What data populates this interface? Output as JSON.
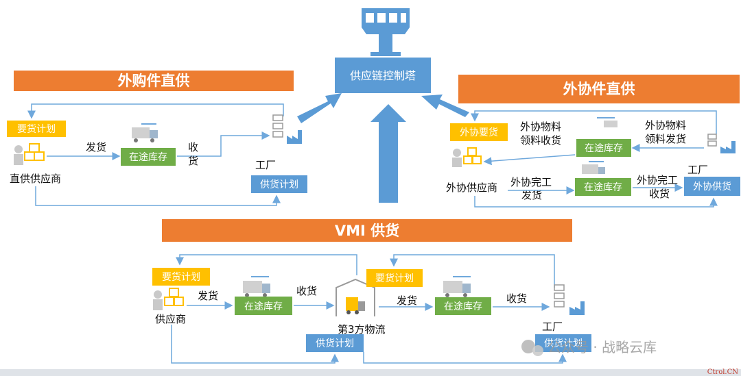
{
  "tower": {
    "label": "供应链控制塔"
  },
  "sections": {
    "direct_purchase": "外购件直供",
    "outsourced_direct": "外协件直供",
    "vmi": "VMI 供货"
  },
  "direct_purchase": {
    "demand_plan": "要货计划",
    "transit": "在途库存",
    "supply_plan": "供货计划",
    "supplier": "直供供应商",
    "ship": "发货",
    "receive_1": "收",
    "receive_2": "货",
    "factory": "工厂"
  },
  "outsourced": {
    "demand": "外协要货",
    "transit_top": "在途库存",
    "transit_bottom": "在途库存",
    "supply": "外协供货",
    "supplier": "外协供应商",
    "mat_recv_1": "外协物料",
    "mat_recv_2": "领料收货",
    "mat_ship_1": "外协物料",
    "mat_ship_2": "领料发货",
    "done_ship_1": "外协完工",
    "done_ship_2": "发货",
    "done_recv_1": "外协完工",
    "done_recv_2": "收货",
    "factory": "工厂"
  },
  "vmi": {
    "demand_plan_1": "要货计划",
    "demand_plan_2": "要货计划",
    "transit_1": "在途库存",
    "transit_2": "在途库存",
    "supply_plan_1": "供货计划",
    "supply_plan_2": "供货计划",
    "supplier": "供应商",
    "ship_1": "发货",
    "receive_1": "收货",
    "logistics": "第3方物流",
    "ship_2": "发货",
    "receive_2": "收货",
    "factory": "工厂"
  },
  "watermark": "公众号 · 战略云库",
  "corner_mark": "Ctrol.CN",
  "colors": {
    "orange": "#ED7D31",
    "blue": "#5B9BD5",
    "green": "#70AD47",
    "yellow": "#FFC000",
    "arrow_blue": "#6FA8DC"
  }
}
